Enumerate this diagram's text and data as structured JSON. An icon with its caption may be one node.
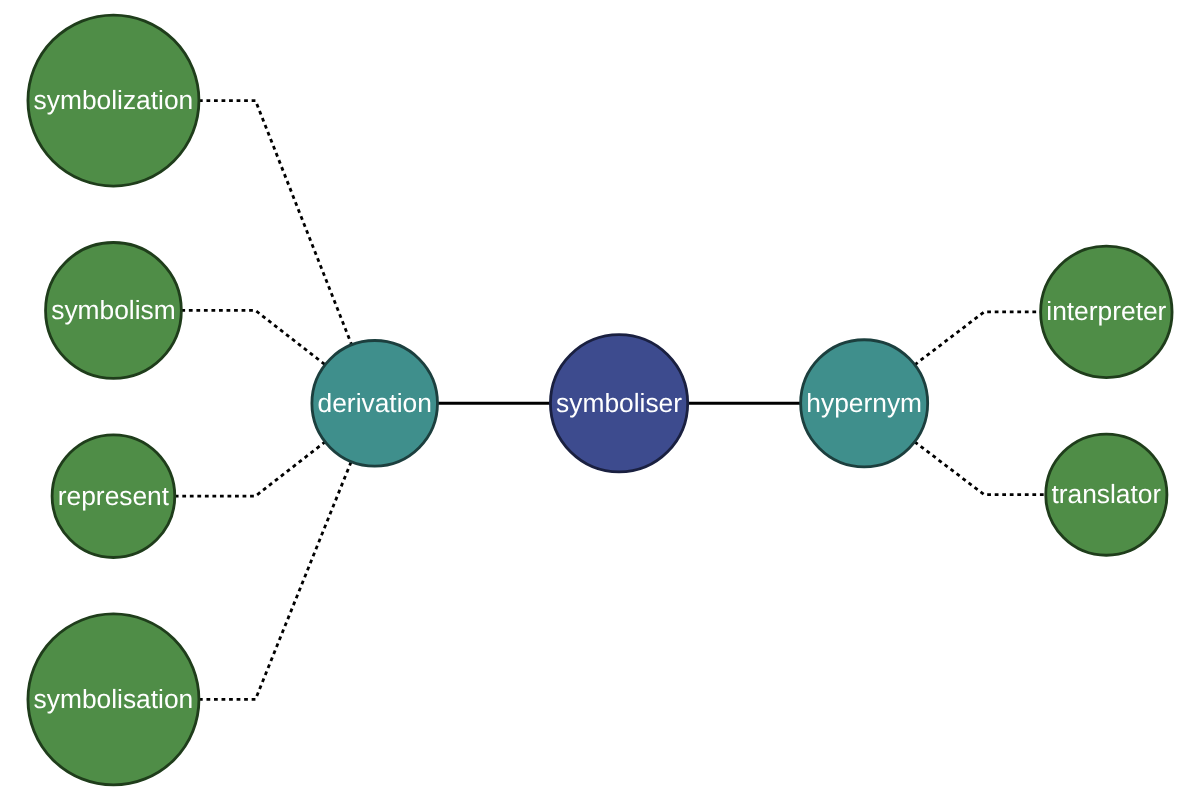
{
  "diagram": {
    "nodes": [
      {
        "text": [
          "symbolization"
        ]
      },
      {
        "text": [
          "symbolism"
        ]
      },
      {
        "text": [
          "derivation"
        ]
      },
      {
        "text": [
          "represent"
        ]
      },
      {
        "text": [
          "symbolisation"
        ]
      },
      {
        "text": [
          "symboliser"
        ]
      },
      {
        "text": [
          "hypernym"
        ]
      },
      {
        "text": [
          "interpreter"
        ]
      },
      {
        "text": [
          "translator"
        ]
      }
    ],
    "edges": [
      {
        "from": 0,
        "to": 2,
        "arrow": "none",
        "style": "dashed"
      },
      {
        "from": 1,
        "to": 2,
        "arrow": "none",
        "style": "dashed"
      },
      {
        "from": 3,
        "to": 2,
        "arrow": "none",
        "style": "dashed"
      },
      {
        "from": 4,
        "to": 2,
        "arrow": "none",
        "style": "dashed"
      },
      {
        "from": 2,
        "to": 5,
        "arrow": "none"
      },
      {
        "from": 5,
        "to": 6,
        "arrow": "none"
      },
      {
        "from": 6,
        "to": 7,
        "arrow": "none",
        "style": "dashed"
      },
      {
        "from": 6,
        "to": 8,
        "arrow": "none",
        "style": "dashed"
      }
    ]
  }
}
